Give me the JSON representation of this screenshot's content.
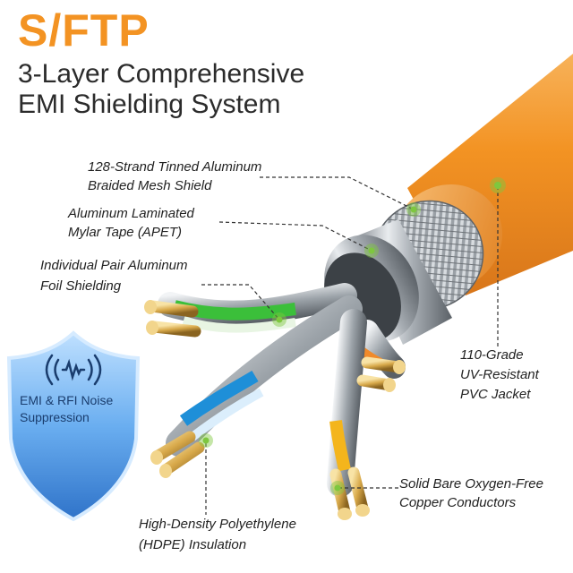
{
  "title": "S/FTP",
  "subtitle_lines": [
    "3-Layer Comprehensive",
    "EMI Shielding System"
  ],
  "labels": {
    "braid": [
      "128-Strand Tinned Aluminum",
      "Braided Mesh Shield"
    ],
    "mylar": [
      "Aluminum Laminated",
      "Mylar Tape (APET)"
    ],
    "foil": [
      "Individual Pair Aluminum",
      "Foil Shielding"
    ],
    "jacket": [
      "110-Grade",
      "UV-Resistant",
      "PVC Jacket"
    ],
    "copper": [
      "Solid Bare Oxygen-Free",
      "Copper Conductors"
    ],
    "hdpe": [
      "High-Density Polyethylene",
      "(HDPE) Insulation"
    ]
  },
  "badge": {
    "lines": [
      "EMI & RFI Noise",
      "Suppression"
    ],
    "icon": "wave-icon"
  },
  "colors": {
    "jacket": "#f39323",
    "marker": "#7ec73f",
    "pair_green": "#3bbf3a",
    "pair_blue": "#1e8fd8",
    "pair_orange": "#f08a2a",
    "pair_yellow": "#f4b51c",
    "badge": "#3a86d6"
  }
}
